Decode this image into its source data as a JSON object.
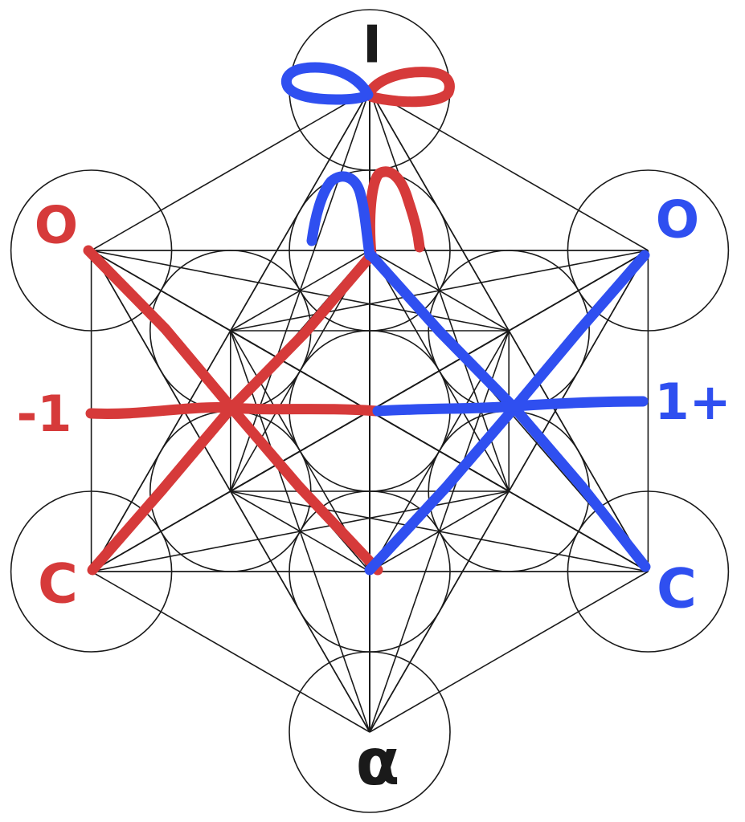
{
  "colors": {
    "line": "#1a1a1a",
    "red": "#d63a3a",
    "blue": "#2f4ff0",
    "black": "#1a1a1a"
  },
  "labels": {
    "top": "I",
    "left_upper": "O",
    "right_upper": "O",
    "left_middle": "-1",
    "right_middle": "1+",
    "left_lower": "C",
    "right_lower": "C",
    "bottom": "α"
  }
}
